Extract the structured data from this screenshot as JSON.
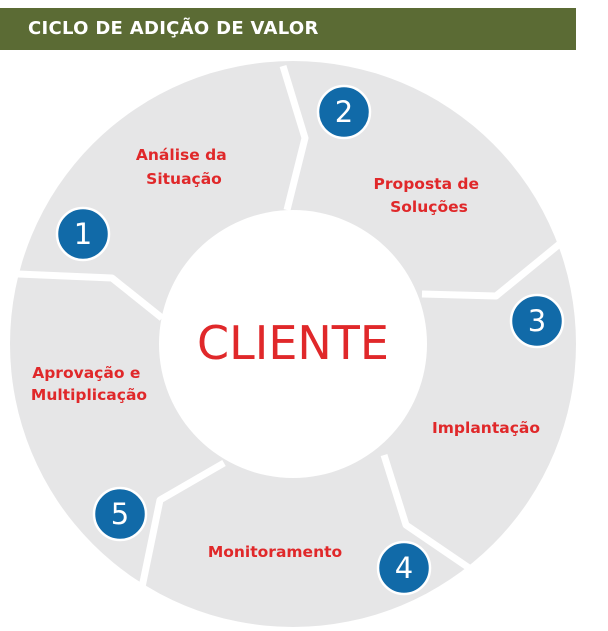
{
  "header": {
    "title": "CICLO DE ADIÇÃO DE VALOR"
  },
  "center": {
    "label": "CLIENTE"
  },
  "stages": [
    {
      "number": "1",
      "lines": [
        "Análise da",
        "Situação"
      ]
    },
    {
      "number": "2",
      "lines": [
        "Proposta de",
        "Soluções"
      ]
    },
    {
      "number": "3",
      "lines": [
        "Implantação"
      ]
    },
    {
      "number": "4",
      "lines": [
        "Monitoramento"
      ]
    },
    {
      "number": "5",
      "lines": [
        "Aprovação e",
        "Multiplicação"
      ]
    }
  ],
  "colors": {
    "header_bg": "#5b6b34",
    "ring": "#e6e6e7",
    "label": "#e0282a",
    "badge": "#116aa8",
    "badge_border": "#ffffff",
    "center_text": "#e0282a"
  }
}
